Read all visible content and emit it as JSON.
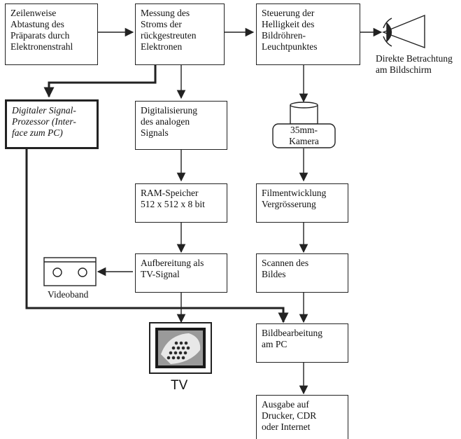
{
  "nodes": {
    "scan": [
      "Zeilenweise",
      "Abtastung des",
      "Präparats durch",
      "Elektronenstrahl"
    ],
    "measure": [
      "Messung des",
      "Stroms der",
      "rückgestreuten",
      "Elektronen"
    ],
    "brightness": [
      "Steuerung der",
      "Helligkeit des",
      "Bildröhren-",
      "Leuchtpunktes"
    ],
    "dsp": [
      "Digitaler Signal-",
      "Prozessor (Inter-",
      "face zum PC)"
    ],
    "digitize": [
      "Digitalisierung",
      "des analogen",
      "Signals"
    ],
    "camera": [
      "35mm-",
      "Kamera"
    ],
    "ram": [
      "RAM-Speicher",
      "512 x 512 x 8 bit"
    ],
    "film": [
      "Filmentwicklung",
      "Vergrösserung"
    ],
    "tvsignal": [
      "Aufbereitung als",
      "TV-Signal"
    ],
    "scanimage": [
      "Scannen des",
      "Bildes"
    ],
    "edit": [
      "Bildbearbeitung",
      "am PC"
    ],
    "output": [
      "Ausgabe auf",
      "Drucker, CDR",
      "oder Internet"
    ]
  },
  "captions": {
    "direct_view": [
      "Direkte Betrachtung",
      "am Bildschirm"
    ],
    "videotape": "Videoband",
    "tv": "TV"
  },
  "icons": {
    "eye": "eye-icon",
    "videotape": "videotape-icon",
    "tv": "tv-monitor-icon",
    "camera": "camera-icon"
  }
}
